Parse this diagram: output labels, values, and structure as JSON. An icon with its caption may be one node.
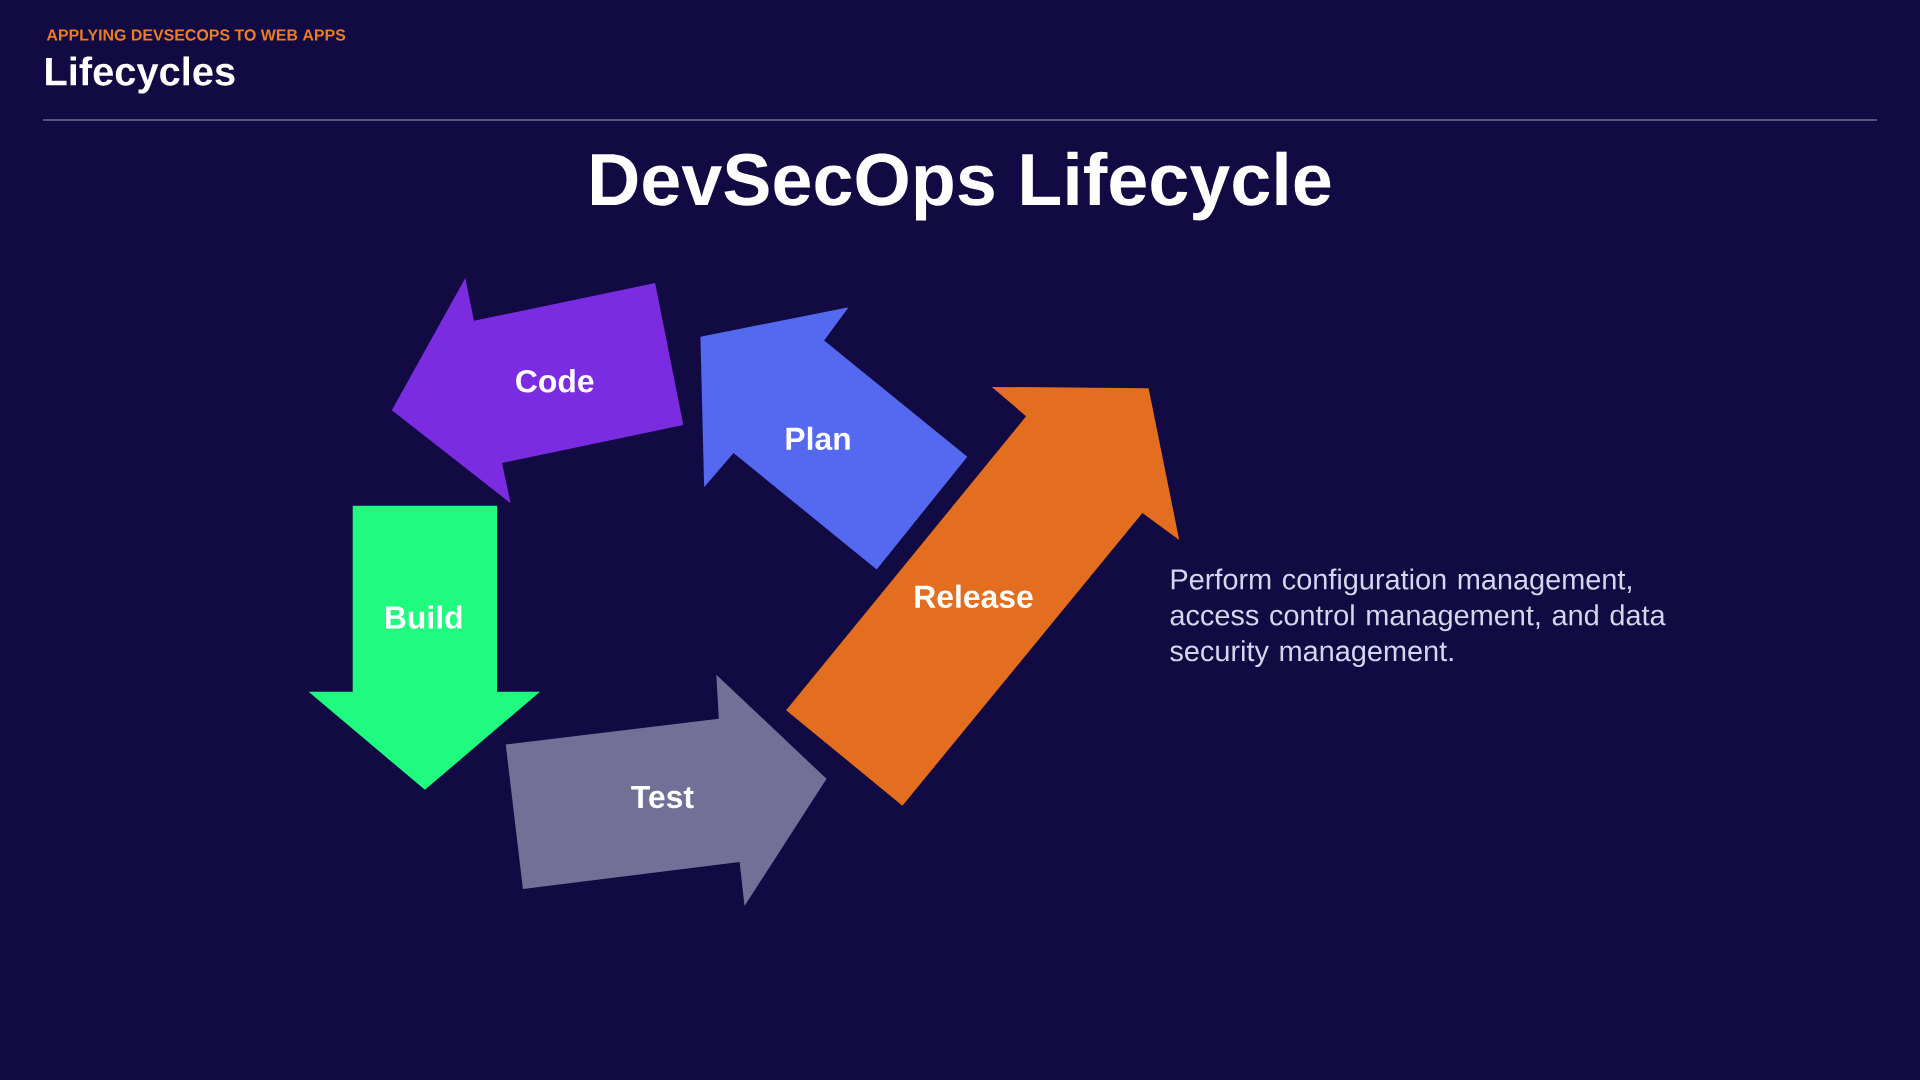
{
  "diagram": {
    "title": "DevSecOps Lifecycle",
    "nodes": [
      {
        "text": [
          "Plan"
        ]
      },
      {
        "text": [
          "Code"
        ]
      },
      {
        "text": [
          "Build"
        ]
      },
      {
        "text": [
          "Test"
        ]
      },
      {
        "text": [
          "Release"
        ]
      }
    ],
    "labels": [
      "APPLYING DEVSECOPS TO WEB APPS",
      "Lifecycles",
      "Perform configuration management, access control management, and data security management."
    ]
  }
}
